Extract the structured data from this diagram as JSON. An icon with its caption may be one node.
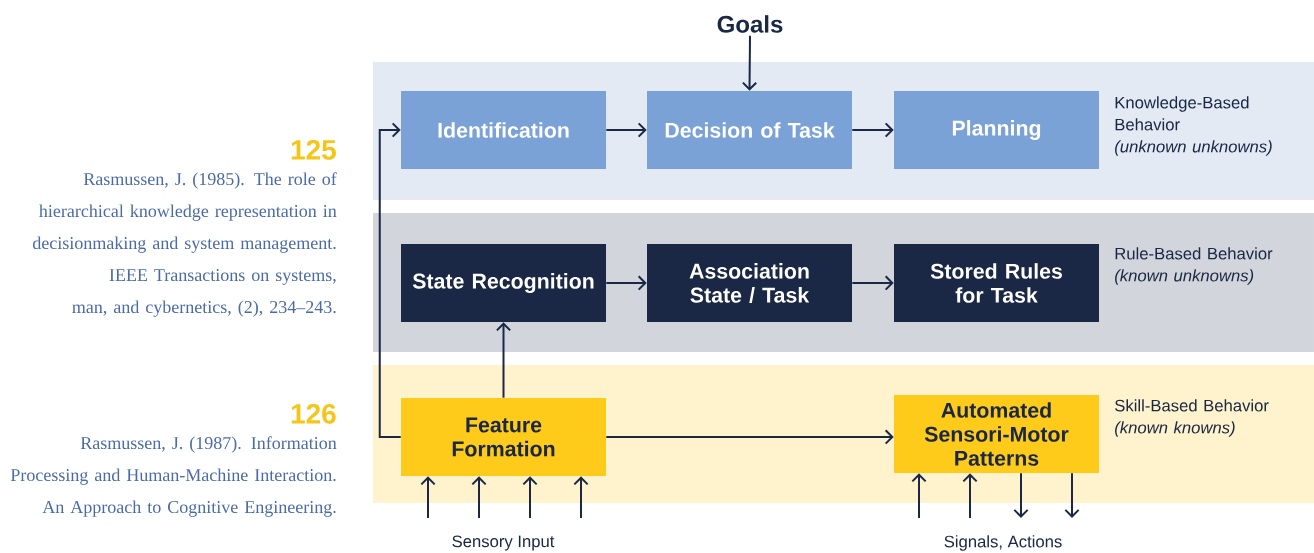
{
  "diagram": {
    "nodes": [
      {
        "text": [
          "Goals"
        ]
      },
      {
        "text": [
          "Knowledge-Based Behavior",
          "(unknown unknowns)"
        ]
      },
      {
        "text": [
          "Identification"
        ],
        "in": 1
      },
      {
        "text": [
          "Decision of Task"
        ],
        "in": 1
      },
      {
        "text": [
          "Planning"
        ],
        "in": 1
      },
      {
        "text": [
          "Rule-Based Behavior",
          "(known unknowns)"
        ]
      },
      {
        "text": [
          "State Recognition"
        ],
        "in": 5
      },
      {
        "text": [
          "Association State / Task"
        ],
        "in": 5
      },
      {
        "text": [
          "Stored Rules for Task"
        ],
        "in": 5
      },
      {
        "text": [
          "Skill-Based Behavior",
          "(known knowns)"
        ]
      },
      {
        "text": [
          "Feature Formation"
        ],
        "in": 9
      },
      {
        "text": [
          "Automated Sensori-Motor Patterns"
        ],
        "in": 9
      },
      {
        "text": [
          "Sensory Input"
        ]
      },
      {
        "text": [
          "Signals, Actions"
        ]
      }
    ],
    "edges": [
      {
        "from": 0,
        "to": 3,
        "arrow": "to"
      },
      {
        "from": 2,
        "to": 3,
        "arrow": "to"
      },
      {
        "from": 3,
        "to": 4,
        "arrow": "to"
      },
      {
        "from": 6,
        "to": 7,
        "arrow": "to"
      },
      {
        "from": 7,
        "to": 8,
        "arrow": "to"
      },
      {
        "from": 10,
        "to": 6,
        "arrow": "to"
      },
      {
        "from": 10,
        "to": 2,
        "arrow": "to"
      },
      {
        "from": 10,
        "to": 11,
        "arrow": "to"
      },
      {
        "from": 12,
        "to": 10,
        "arrow": "to"
      },
      {
        "from": 12,
        "to": 10,
        "arrow": "to"
      },
      {
        "from": 12,
        "to": 10,
        "arrow": "to"
      },
      {
        "from": 12,
        "to": 10,
        "arrow": "to"
      },
      {
        "from": 13,
        "to": 11,
        "arrow": "to"
      },
      {
        "from": 13,
        "to": 11,
        "arrow": "to"
      },
      {
        "from": 11,
        "to": 13,
        "arrow": "to"
      },
      {
        "from": 11,
        "to": 13,
        "arrow": "to"
      }
    ],
    "labels": [
      "125",
      "Rasmussen, J. (1985). The role of hierarchical knowledge representation in decisionmaking and system management. IEEE Transactions on systems, man, and cybernetics, (2), 234–243.",
      "126",
      "Rasmussen, J. (1987). Information Processing and Human-Machine Interaction. An Approach to Cognitive Engineering."
    ]
  }
}
